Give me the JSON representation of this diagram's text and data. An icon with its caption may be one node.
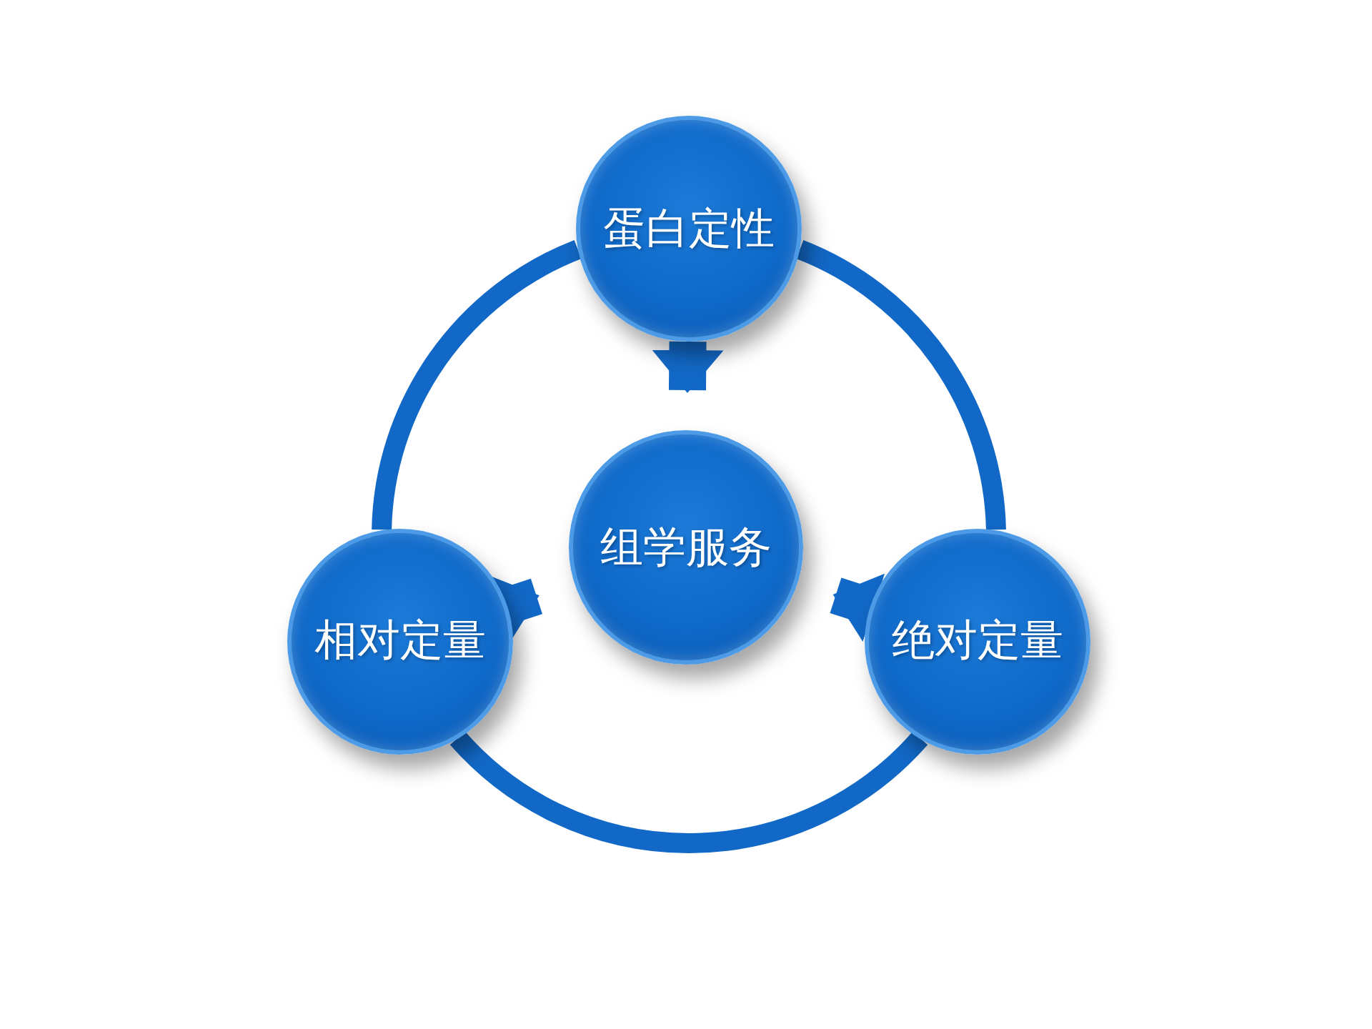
{
  "diagram": {
    "nodes": [
      {
        "text": [
          "蛋白定性"
        ]
      },
      {
        "text": [
          "组学服务"
        ]
      },
      {
        "text": [
          "相对定量"
        ]
      },
      {
        "text": [
          "绝对定量"
        ]
      }
    ],
    "edges": [
      {
        "from": 0,
        "to": 1,
        "arrow": "to",
        "style": "thick"
      },
      {
        "from": 2,
        "to": 1,
        "arrow": "to",
        "style": "thick"
      },
      {
        "from": 3,
        "to": 1,
        "arrow": "to",
        "style": "thick"
      },
      {
        "from": 0,
        "to": 2,
        "arrow": "none"
      },
      {
        "from": 0,
        "to": 3,
        "arrow": "none"
      },
      {
        "from": 2,
        "to": 3,
        "arrow": "none"
      }
    ]
  }
}
